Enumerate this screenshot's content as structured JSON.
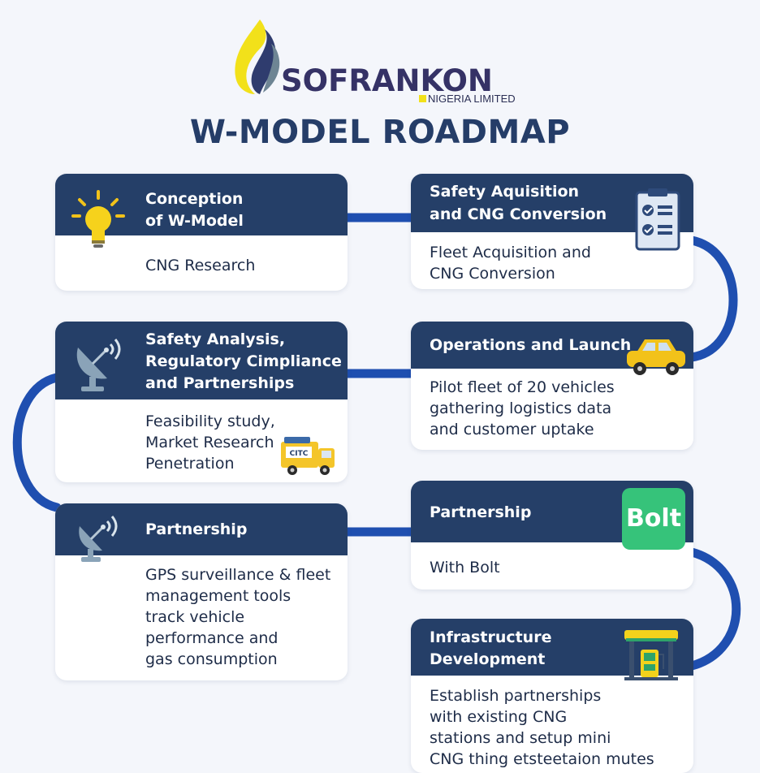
{
  "logo": {
    "brand": "SOFRANKON",
    "subtitle": "NIGERIA LIMITED"
  },
  "title": "W-MODEL ROADMAP",
  "colors": {
    "navy": "#253f68",
    "connector": "#1f4fb0",
    "card_bg": "#ffffff",
    "page_bg": "#f4f6fb",
    "bolt_green": "#36c37a",
    "flame_yellow": "#f2e11a"
  },
  "cards": {
    "conception": {
      "title_line1": "Conception",
      "title_line2": "of W-Model",
      "body": "CNG Research",
      "icon": "lightbulb-icon"
    },
    "safety_acquisition": {
      "title_line1": "Safety Aquisition",
      "title_line2": "and CNG Conversion",
      "body_line1": "Fleet Acquisition and",
      "body_line2": "CNG Conversion",
      "icon": "clipboard-checklist-icon"
    },
    "safety_analysis": {
      "title_line1": "Safety Analysis,",
      "title_line2": "Regulatory Cimpliance",
      "title_line3": "and Partnerships",
      "body_line1": "Feasibility study,",
      "body_line2": "Market Research",
      "body_line3": "Penetration",
      "icon": "satellite-dish-icon",
      "truck_label": "CITC"
    },
    "operations": {
      "title": "Operations and Launch",
      "body_line1": "Pilot fleet of 20 vehicles",
      "body_line2": "gathering logistics data",
      "body_line3": "and customer uptake",
      "icon": "car-icon"
    },
    "partnership_gps": {
      "title": "Partnership",
      "body_line1": "GPS surveillance & fleet",
      "body_line2": "management tools",
      "body_line3": "track vehicle",
      "body_line4": "performance and",
      "body_line5": "gas consumption",
      "icon": "satellite-dish-icon"
    },
    "partnership_bolt": {
      "title": "Partnership",
      "body": "With Bolt",
      "badge": "Bolt"
    },
    "infrastructure": {
      "title_line1": "Infrastructure",
      "title_line2": "Development",
      "body_line1": "Establish partnerships",
      "body_line2": "with existing CNG",
      "body_line3": "stations and setup mini",
      "body_line4": "CNG thing etsteetaion mutes",
      "icon": "gas-station-icon"
    }
  }
}
